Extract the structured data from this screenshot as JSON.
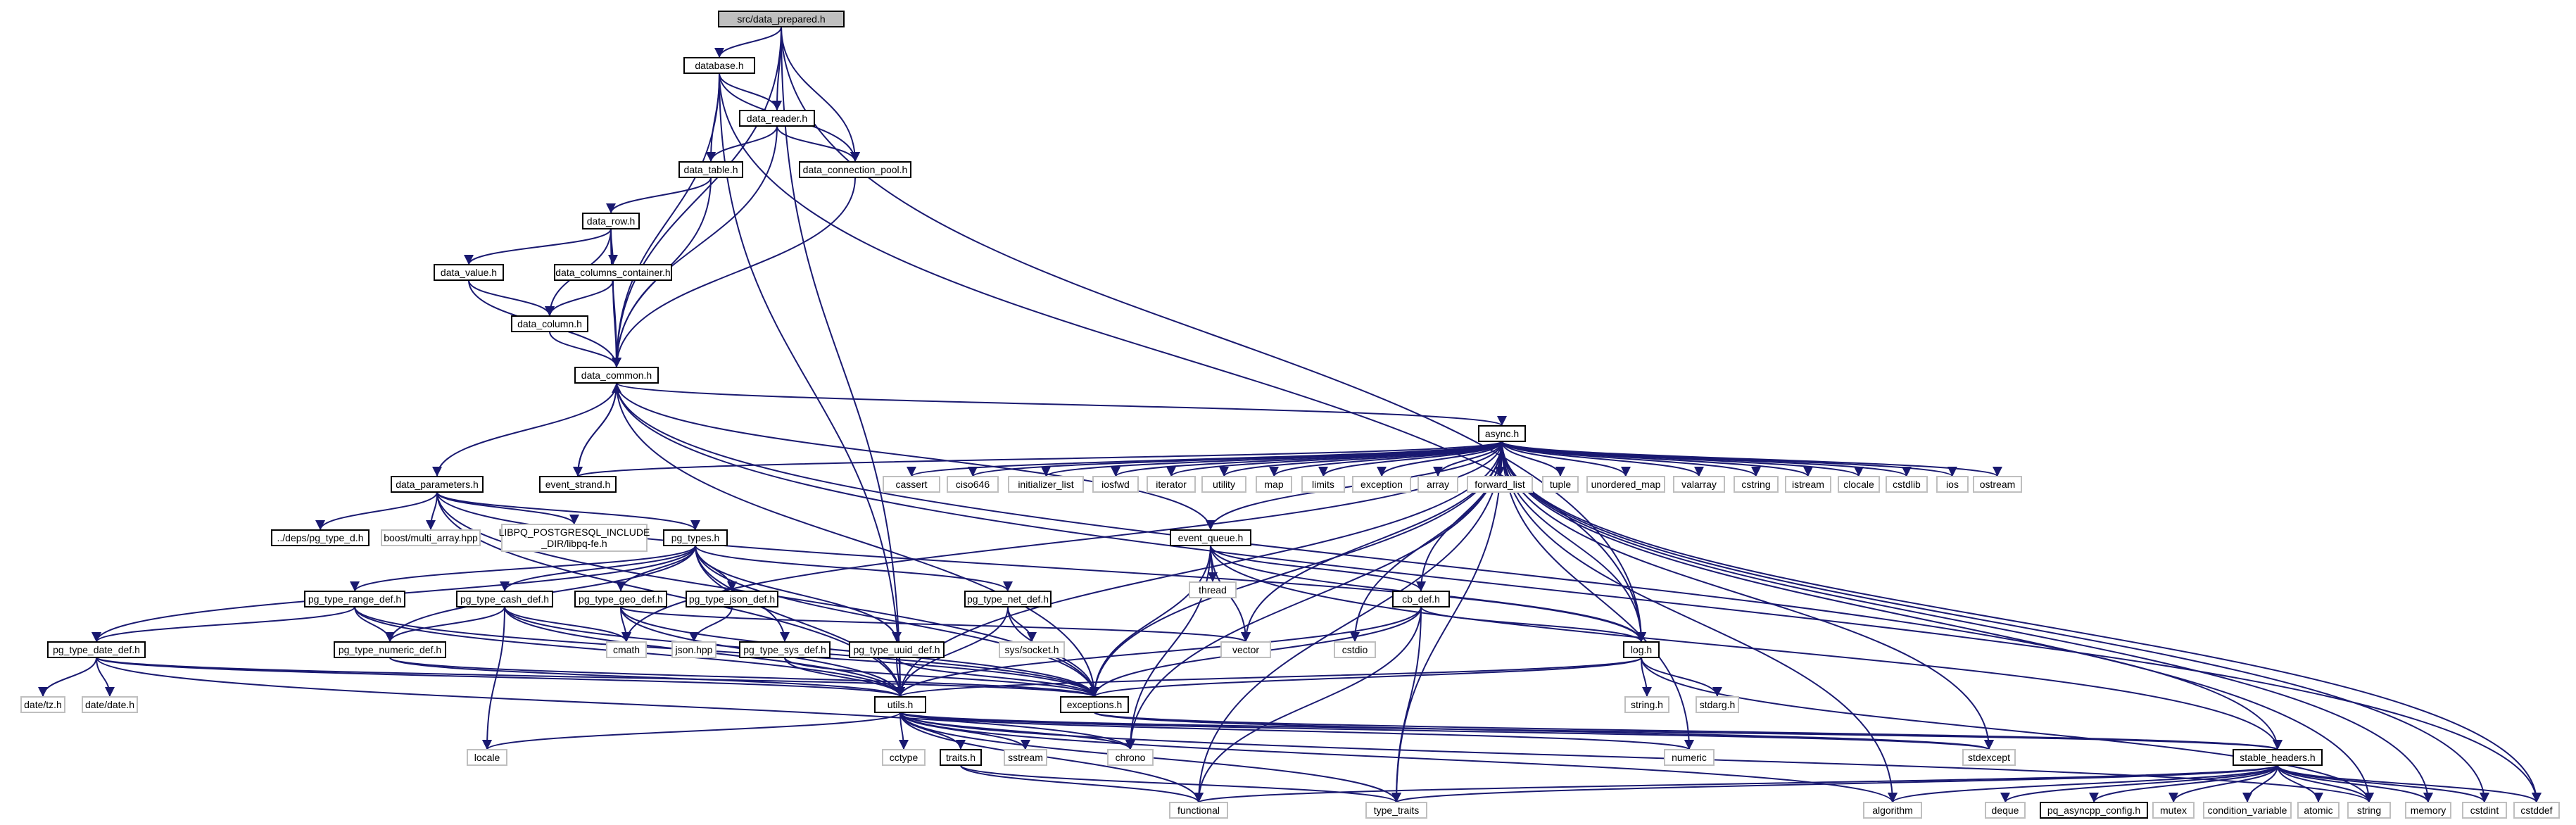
{
  "diagram": {
    "colors": {
      "edge": "#191970",
      "root_fill": "#bfbfbf",
      "ext_border": "#bfbfbf",
      "node_border": "#000000"
    },
    "nodes": [
      {
        "id": "root",
        "label": "src/data_prepared.h",
        "kind": "root"
      },
      {
        "id": "database",
        "label": "database.h",
        "kind": "local"
      },
      {
        "id": "data_reader",
        "label": "data_reader.h",
        "kind": "local"
      },
      {
        "id": "data_connection_pool",
        "label": "data_connection_pool.h",
        "kind": "local"
      },
      {
        "id": "data_table",
        "label": "data_table.h",
        "kind": "local"
      },
      {
        "id": "data_row",
        "label": "data_row.h",
        "kind": "local"
      },
      {
        "id": "data_value",
        "label": "data_value.h",
        "kind": "local"
      },
      {
        "id": "data_columns_container",
        "label": "data_columns_container.h",
        "kind": "local"
      },
      {
        "id": "data_column",
        "label": "data_column.h",
        "kind": "local"
      },
      {
        "id": "data_common",
        "label": "data_common.h",
        "kind": "local"
      },
      {
        "id": "async",
        "label": "async.h",
        "kind": "local"
      },
      {
        "id": "data_parameters",
        "label": "data_parameters.h",
        "kind": "local"
      },
      {
        "id": "event_strand",
        "label": "event_strand.h",
        "kind": "local"
      },
      {
        "id": "cassert",
        "label": "cassert",
        "kind": "ext"
      },
      {
        "id": "ciso646",
        "label": "ciso646",
        "kind": "ext"
      },
      {
        "id": "initializer_list",
        "label": "initializer_list",
        "kind": "ext"
      },
      {
        "id": "iosfwd",
        "label": "iosfwd",
        "kind": "ext"
      },
      {
        "id": "iterator",
        "label": "iterator",
        "kind": "ext"
      },
      {
        "id": "utility",
        "label": "utility",
        "kind": "ext"
      },
      {
        "id": "map",
        "label": "map",
        "kind": "ext"
      },
      {
        "id": "limits",
        "label": "limits",
        "kind": "ext"
      },
      {
        "id": "exception",
        "label": "exception",
        "kind": "ext"
      },
      {
        "id": "array",
        "label": "array",
        "kind": "ext"
      },
      {
        "id": "forward_list",
        "label": "forward_list",
        "kind": "ext"
      },
      {
        "id": "tuple",
        "label": "tuple",
        "kind": "ext"
      },
      {
        "id": "unordered_map",
        "label": "unordered_map",
        "kind": "ext"
      },
      {
        "id": "valarray",
        "label": "valarray",
        "kind": "ext"
      },
      {
        "id": "cstring",
        "label": "cstring",
        "kind": "ext"
      },
      {
        "id": "istream",
        "label": "istream",
        "kind": "ext"
      },
      {
        "id": "clocale",
        "label": "clocale",
        "kind": "ext"
      },
      {
        "id": "cstdlib",
        "label": "cstdlib",
        "kind": "ext"
      },
      {
        "id": "ios",
        "label": "ios",
        "kind": "ext"
      },
      {
        "id": "ostream",
        "label": "ostream",
        "kind": "ext"
      },
      {
        "id": "pg_type_d",
        "label": "../deps/pg_type_d.h",
        "kind": "local"
      },
      {
        "id": "multi_array",
        "label": "boost/multi_array.hpp",
        "kind": "ext"
      },
      {
        "id": "libpq",
        "label": "LIBPQ_POSTGRESQL_INCLUDE\n_DIR/libpq-fe.h",
        "kind": "ext"
      },
      {
        "id": "pg_types",
        "label": "pg_types.h",
        "kind": "local"
      },
      {
        "id": "event_queue",
        "label": "event_queue.h",
        "kind": "local"
      },
      {
        "id": "pg_type_range_def",
        "label": "pg_type_range_def.h",
        "kind": "local"
      },
      {
        "id": "pg_type_cash_def",
        "label": "pg_type_cash_def.h",
        "kind": "local"
      },
      {
        "id": "pg_type_geo_def",
        "label": "pg_type_geo_def.h",
        "kind": "local"
      },
      {
        "id": "pg_type_json_def",
        "label": "pg_type_json_def.h",
        "kind": "local"
      },
      {
        "id": "pg_type_net_def",
        "label": "pg_type_net_def.h",
        "kind": "local"
      },
      {
        "id": "thread",
        "label": "thread",
        "kind": "ext"
      },
      {
        "id": "cb_def",
        "label": "cb_def.h",
        "kind": "local"
      },
      {
        "id": "pg_type_date_def",
        "label": "pg_type_date_def.h",
        "kind": "local"
      },
      {
        "id": "pg_type_numeric_def",
        "label": "pg_type_numeric_def.h",
        "kind": "local"
      },
      {
        "id": "cmath",
        "label": "cmath",
        "kind": "ext"
      },
      {
        "id": "json_hpp",
        "label": "json.hpp",
        "kind": "ext"
      },
      {
        "id": "pg_type_sys_def",
        "label": "pg_type_sys_def.h",
        "kind": "local"
      },
      {
        "id": "pg_type_uuid_def",
        "label": "pg_type_uuid_def.h",
        "kind": "local"
      },
      {
        "id": "sys_socket",
        "label": "sys/socket.h",
        "kind": "ext"
      },
      {
        "id": "vector",
        "label": "vector",
        "kind": "ext"
      },
      {
        "id": "cstdio",
        "label": "cstdio",
        "kind": "ext"
      },
      {
        "id": "log",
        "label": "log.h",
        "kind": "local"
      },
      {
        "id": "date_tz",
        "label": "date/tz.h",
        "kind": "ext"
      },
      {
        "id": "date_date",
        "label": "date/date.h",
        "kind": "ext"
      },
      {
        "id": "utils",
        "label": "utils.h",
        "kind": "local"
      },
      {
        "id": "exceptions",
        "label": "exceptions.h",
        "kind": "local"
      },
      {
        "id": "string_h",
        "label": "string.h",
        "kind": "ext"
      },
      {
        "id": "stdarg",
        "label": "stdarg.h",
        "kind": "ext"
      },
      {
        "id": "locale",
        "label": "locale",
        "kind": "ext"
      },
      {
        "id": "cctype",
        "label": "cctype",
        "kind": "ext"
      },
      {
        "id": "traits",
        "label": "traits.h",
        "kind": "local"
      },
      {
        "id": "sstream",
        "label": "sstream",
        "kind": "ext"
      },
      {
        "id": "chrono",
        "label": "chrono",
        "kind": "ext"
      },
      {
        "id": "numeric",
        "label": "numeric",
        "kind": "ext"
      },
      {
        "id": "stdexcept",
        "label": "stdexcept",
        "kind": "ext"
      },
      {
        "id": "stable_headers",
        "label": "stable_headers.h",
        "kind": "local"
      },
      {
        "id": "functional",
        "label": "functional",
        "kind": "ext"
      },
      {
        "id": "type_traits",
        "label": "type_traits",
        "kind": "ext"
      },
      {
        "id": "algorithm",
        "label": "algorithm",
        "kind": "ext"
      },
      {
        "id": "deque",
        "label": "deque",
        "kind": "ext"
      },
      {
        "id": "pq_asyncpp_config",
        "label": "pq_asyncpp_config.h",
        "kind": "local"
      },
      {
        "id": "mutex",
        "label": "mutex",
        "kind": "ext"
      },
      {
        "id": "condition_variable",
        "label": "condition_variable",
        "kind": "ext"
      },
      {
        "id": "atomic",
        "label": "atomic",
        "kind": "ext"
      },
      {
        "id": "string",
        "label": "string",
        "kind": "ext"
      },
      {
        "id": "memory",
        "label": "memory",
        "kind": "ext"
      },
      {
        "id": "cstdint",
        "label": "cstdint",
        "kind": "ext"
      },
      {
        "id": "cstddef",
        "label": "cstddef",
        "kind": "ext"
      }
    ],
    "edges": [
      [
        "root",
        "database"
      ],
      [
        "root",
        "data_reader"
      ],
      [
        "root",
        "data_connection_pool"
      ],
      [
        "root",
        "data_common"
      ],
      [
        "root",
        "utils"
      ],
      [
        "root",
        "log"
      ],
      [
        "database",
        "data_reader"
      ],
      [
        "database",
        "data_table"
      ],
      [
        "database",
        "data_connection_pool"
      ],
      [
        "database",
        "data_common"
      ],
      [
        "database",
        "utils"
      ],
      [
        "database",
        "log"
      ],
      [
        "data_reader",
        "data_table"
      ],
      [
        "data_reader",
        "data_connection_pool"
      ],
      [
        "data_reader",
        "data_common"
      ],
      [
        "data_connection_pool",
        "data_common"
      ],
      [
        "data_table",
        "data_row"
      ],
      [
        "data_table",
        "data_common"
      ],
      [
        "data_row",
        "data_value"
      ],
      [
        "data_row",
        "data_columns_container"
      ],
      [
        "data_row",
        "data_column"
      ],
      [
        "data_row",
        "data_common"
      ],
      [
        "data_value",
        "data_column"
      ],
      [
        "data_value",
        "data_common"
      ],
      [
        "data_columns_container",
        "data_column"
      ],
      [
        "data_columns_container",
        "data_common"
      ],
      [
        "data_column",
        "data_common"
      ],
      [
        "data_common",
        "async"
      ],
      [
        "data_common",
        "data_parameters"
      ],
      [
        "data_common",
        "event_strand"
      ],
      [
        "data_common",
        "event_queue"
      ],
      [
        "data_common",
        "stable_headers"
      ],
      [
        "data_common",
        "cstddef"
      ],
      [
        "data_common",
        "exceptions"
      ],
      [
        "event_strand",
        "data_common"
      ],
      [
        "async",
        "event_strand"
      ],
      [
        "async",
        "cassert"
      ],
      [
        "async",
        "ciso646"
      ],
      [
        "async",
        "initializer_list"
      ],
      [
        "async",
        "iosfwd"
      ],
      [
        "async",
        "iterator"
      ],
      [
        "async",
        "utility"
      ],
      [
        "async",
        "map"
      ],
      [
        "async",
        "limits"
      ],
      [
        "async",
        "exception"
      ],
      [
        "async",
        "array"
      ],
      [
        "async",
        "forward_list"
      ],
      [
        "async",
        "tuple"
      ],
      [
        "async",
        "unordered_map"
      ],
      [
        "async",
        "valarray"
      ],
      [
        "async",
        "cstring"
      ],
      [
        "async",
        "istream"
      ],
      [
        "async",
        "clocale"
      ],
      [
        "async",
        "cstdlib"
      ],
      [
        "async",
        "ios"
      ],
      [
        "async",
        "ostream"
      ],
      [
        "async",
        "event_queue"
      ],
      [
        "async",
        "cb_def"
      ],
      [
        "async",
        "log"
      ],
      [
        "async",
        "vector"
      ],
      [
        "async",
        "cstdio"
      ],
      [
        "async",
        "cmath"
      ],
      [
        "async",
        "functional"
      ],
      [
        "async",
        "stdexcept"
      ],
      [
        "async",
        "type_traits"
      ],
      [
        "async",
        "algorithm"
      ],
      [
        "async",
        "string"
      ],
      [
        "async",
        "memory"
      ],
      [
        "async",
        "cstdint"
      ],
      [
        "async",
        "cstddef"
      ],
      [
        "async",
        "numeric"
      ],
      [
        "async",
        "chrono"
      ],
      [
        "async",
        "exceptions"
      ],
      [
        "async",
        "utils"
      ],
      [
        "data_parameters",
        "pg_type_d"
      ],
      [
        "data_parameters",
        "multi_array"
      ],
      [
        "data_parameters",
        "libpq"
      ],
      [
        "data_parameters",
        "pg_types"
      ],
      [
        "data_parameters",
        "utils"
      ],
      [
        "data_parameters",
        "log"
      ],
      [
        "data_parameters",
        "exceptions"
      ],
      [
        "pg_types",
        "pg_type_range_def"
      ],
      [
        "pg_types",
        "pg_type_cash_def"
      ],
      [
        "pg_types",
        "pg_type_geo_def"
      ],
      [
        "pg_types",
        "pg_type_json_def"
      ],
      [
        "pg_types",
        "pg_type_net_def"
      ],
      [
        "pg_types",
        "pg_type_date_def"
      ],
      [
        "pg_types",
        "pg_type_numeric_def"
      ],
      [
        "pg_types",
        "pg_type_sys_def"
      ],
      [
        "pg_types",
        "pg_type_uuid_def"
      ],
      [
        "pg_types",
        "utils"
      ],
      [
        "pg_types",
        "exceptions"
      ],
      [
        "event_queue",
        "thread"
      ],
      [
        "event_queue",
        "cb_def"
      ],
      [
        "event_queue",
        "log"
      ],
      [
        "event_queue",
        "vector"
      ],
      [
        "event_queue",
        "exceptions"
      ],
      [
        "event_queue",
        "chrono"
      ],
      [
        "event_queue",
        "stable_headers"
      ],
      [
        "pg_type_range_def",
        "pg_type_date_def"
      ],
      [
        "pg_type_range_def",
        "pg_type_numeric_def"
      ],
      [
        "pg_type_range_def",
        "utils"
      ],
      [
        "pg_type_range_def",
        "exceptions"
      ],
      [
        "pg_type_cash_def",
        "pg_type_numeric_def"
      ],
      [
        "pg_type_cash_def",
        "cmath"
      ],
      [
        "pg_type_cash_def",
        "utils"
      ],
      [
        "pg_type_cash_def",
        "exceptions"
      ],
      [
        "pg_type_cash_def",
        "locale"
      ],
      [
        "pg_type_geo_def",
        "cmath"
      ],
      [
        "pg_type_geo_def",
        "vector"
      ],
      [
        "pg_type_geo_def",
        "utils"
      ],
      [
        "pg_type_geo_def",
        "exceptions"
      ],
      [
        "pg_type_json_def",
        "json_hpp"
      ],
      [
        "pg_type_net_def",
        "sys_socket"
      ],
      [
        "pg_type_net_def",
        "utils"
      ],
      [
        "pg_type_net_def",
        "exceptions"
      ],
      [
        "cb_def",
        "log"
      ],
      [
        "cb_def",
        "exceptions"
      ],
      [
        "cb_def",
        "utils"
      ],
      [
        "cb_def",
        "functional"
      ],
      [
        "cb_def",
        "type_traits"
      ],
      [
        "pg_type_date_def",
        "date_tz"
      ],
      [
        "pg_type_date_def",
        "date_date"
      ],
      [
        "pg_type_date_def",
        "utils"
      ],
      [
        "pg_type_date_def",
        "exceptions"
      ],
      [
        "pg_type_date_def",
        "chrono"
      ],
      [
        "pg_type_numeric_def",
        "utils"
      ],
      [
        "pg_type_numeric_def",
        "exceptions"
      ],
      [
        "pg_type_sys_def",
        "utils"
      ],
      [
        "pg_type_sys_def",
        "exceptions"
      ],
      [
        "pg_type_uuid_def",
        "utils"
      ],
      [
        "pg_type_uuid_def",
        "exceptions"
      ],
      [
        "log",
        "string_h"
      ],
      [
        "log",
        "stdarg"
      ],
      [
        "log",
        "exceptions"
      ],
      [
        "log",
        "utils"
      ],
      [
        "log",
        "string"
      ],
      [
        "utils",
        "locale"
      ],
      [
        "utils",
        "cctype"
      ],
      [
        "utils",
        "traits"
      ],
      [
        "utils",
        "sstream"
      ],
      [
        "utils",
        "chrono"
      ],
      [
        "utils",
        "numeric"
      ],
      [
        "utils",
        "stdexcept"
      ],
      [
        "utils",
        "stable_headers"
      ],
      [
        "utils",
        "functional"
      ],
      [
        "utils",
        "type_traits"
      ],
      [
        "utils",
        "algorithm"
      ],
      [
        "utils",
        "string"
      ],
      [
        "exceptions",
        "stable_headers"
      ],
      [
        "exceptions",
        "stdexcept"
      ],
      [
        "traits",
        "type_traits"
      ],
      [
        "traits",
        "functional"
      ],
      [
        "stable_headers",
        "algorithm"
      ],
      [
        "stable_headers",
        "deque"
      ],
      [
        "stable_headers",
        "pq_asyncpp_config"
      ],
      [
        "stable_headers",
        "mutex"
      ],
      [
        "stable_headers",
        "condition_variable"
      ],
      [
        "stable_headers",
        "atomic"
      ],
      [
        "stable_headers",
        "string"
      ],
      [
        "stable_headers",
        "memory"
      ],
      [
        "stable_headers",
        "cstdint"
      ],
      [
        "stable_headers",
        "cstddef"
      ],
      [
        "stable_headers",
        "type_traits"
      ],
      [
        "stable_headers",
        "functional"
      ]
    ]
  }
}
